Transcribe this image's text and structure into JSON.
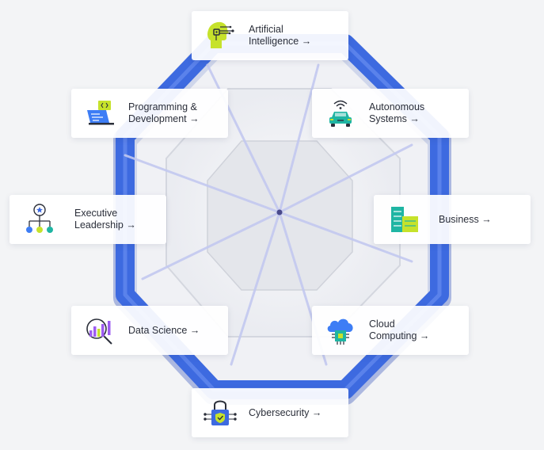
{
  "cards": [
    {
      "id": "ai",
      "label": "Artificial\nIntelligence →",
      "icon": "ai-head-icon"
    },
    {
      "id": "autonomous",
      "label": "Autonomous\nSystems →",
      "icon": "autonomous-car-icon"
    },
    {
      "id": "business",
      "label": "Business →",
      "icon": "business-buildings-icon"
    },
    {
      "id": "cloud",
      "label": "Cloud\nComputing →",
      "icon": "cloud-chip-icon"
    },
    {
      "id": "cyber",
      "label": "Cybersecurity →",
      "icon": "lock-shield-icon"
    },
    {
      "id": "data",
      "label": "Data Science →",
      "icon": "magnifier-chart-icon"
    },
    {
      "id": "exec",
      "label": "Executive\nLeadership →",
      "icon": "org-chart-icon"
    },
    {
      "id": "prog",
      "label": "Programming &\nDevelopment →",
      "icon": "laptop-code-icon"
    }
  ],
  "colors": {
    "frame": "#3d6ae0",
    "frame_dark": "#2f55c9",
    "spoke": "#c7cdf3",
    "hub": "#4a4a8c",
    "accent_lime": "#c6e22b",
    "accent_teal": "#1fb5a3",
    "accent_blue": "#3d7df5",
    "accent_purple": "#9d5cf0"
  }
}
